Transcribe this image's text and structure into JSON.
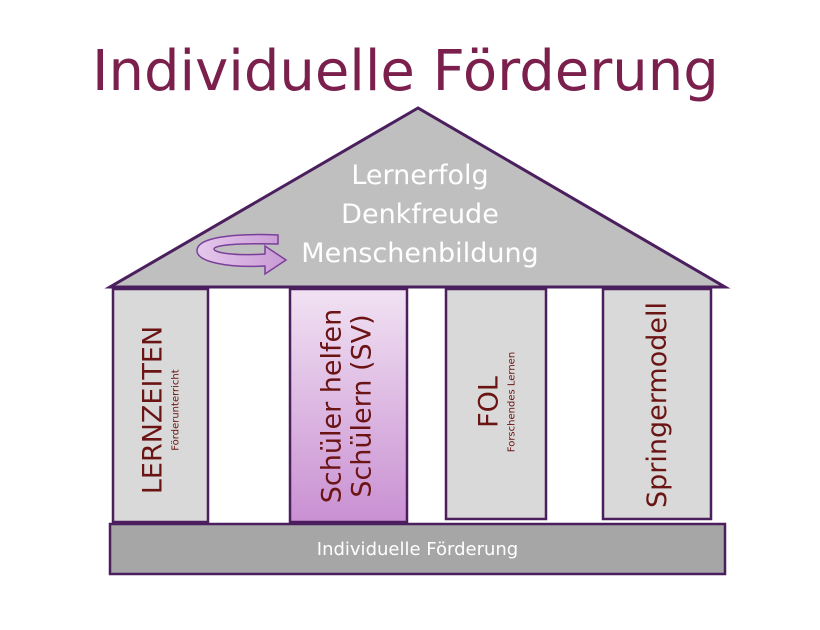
{
  "title": "Individuelle Förderung",
  "roof": {
    "lines": [
      "Lernerfolg",
      "Denkfreude",
      "Menschenbildung"
    ]
  },
  "pillars": [
    {
      "main": "LERNZEITEN",
      "sub": "Förderunterricht"
    },
    {
      "main": "Schüler helfen",
      "main2": "Schülern (SV)",
      "sub": ""
    },
    {
      "main": "FOL",
      "sub": "Forschendes Lernen"
    },
    {
      "main": "Springermodell",
      "sub": ""
    }
  ],
  "base": {
    "label": "Individuelle Förderung"
  },
  "colors": {
    "title": "#7b1f4c",
    "outline": "#4b1f5e",
    "roof_fill": "#bfbfbf",
    "pillar_fill": "#d9d9d9",
    "pillar_highlight": "#d7a6dc",
    "base_fill": "#a6a6a6",
    "pillar_text": "#6b1414"
  },
  "icons": {
    "roof_arrow": "curved-arrow-icon"
  }
}
